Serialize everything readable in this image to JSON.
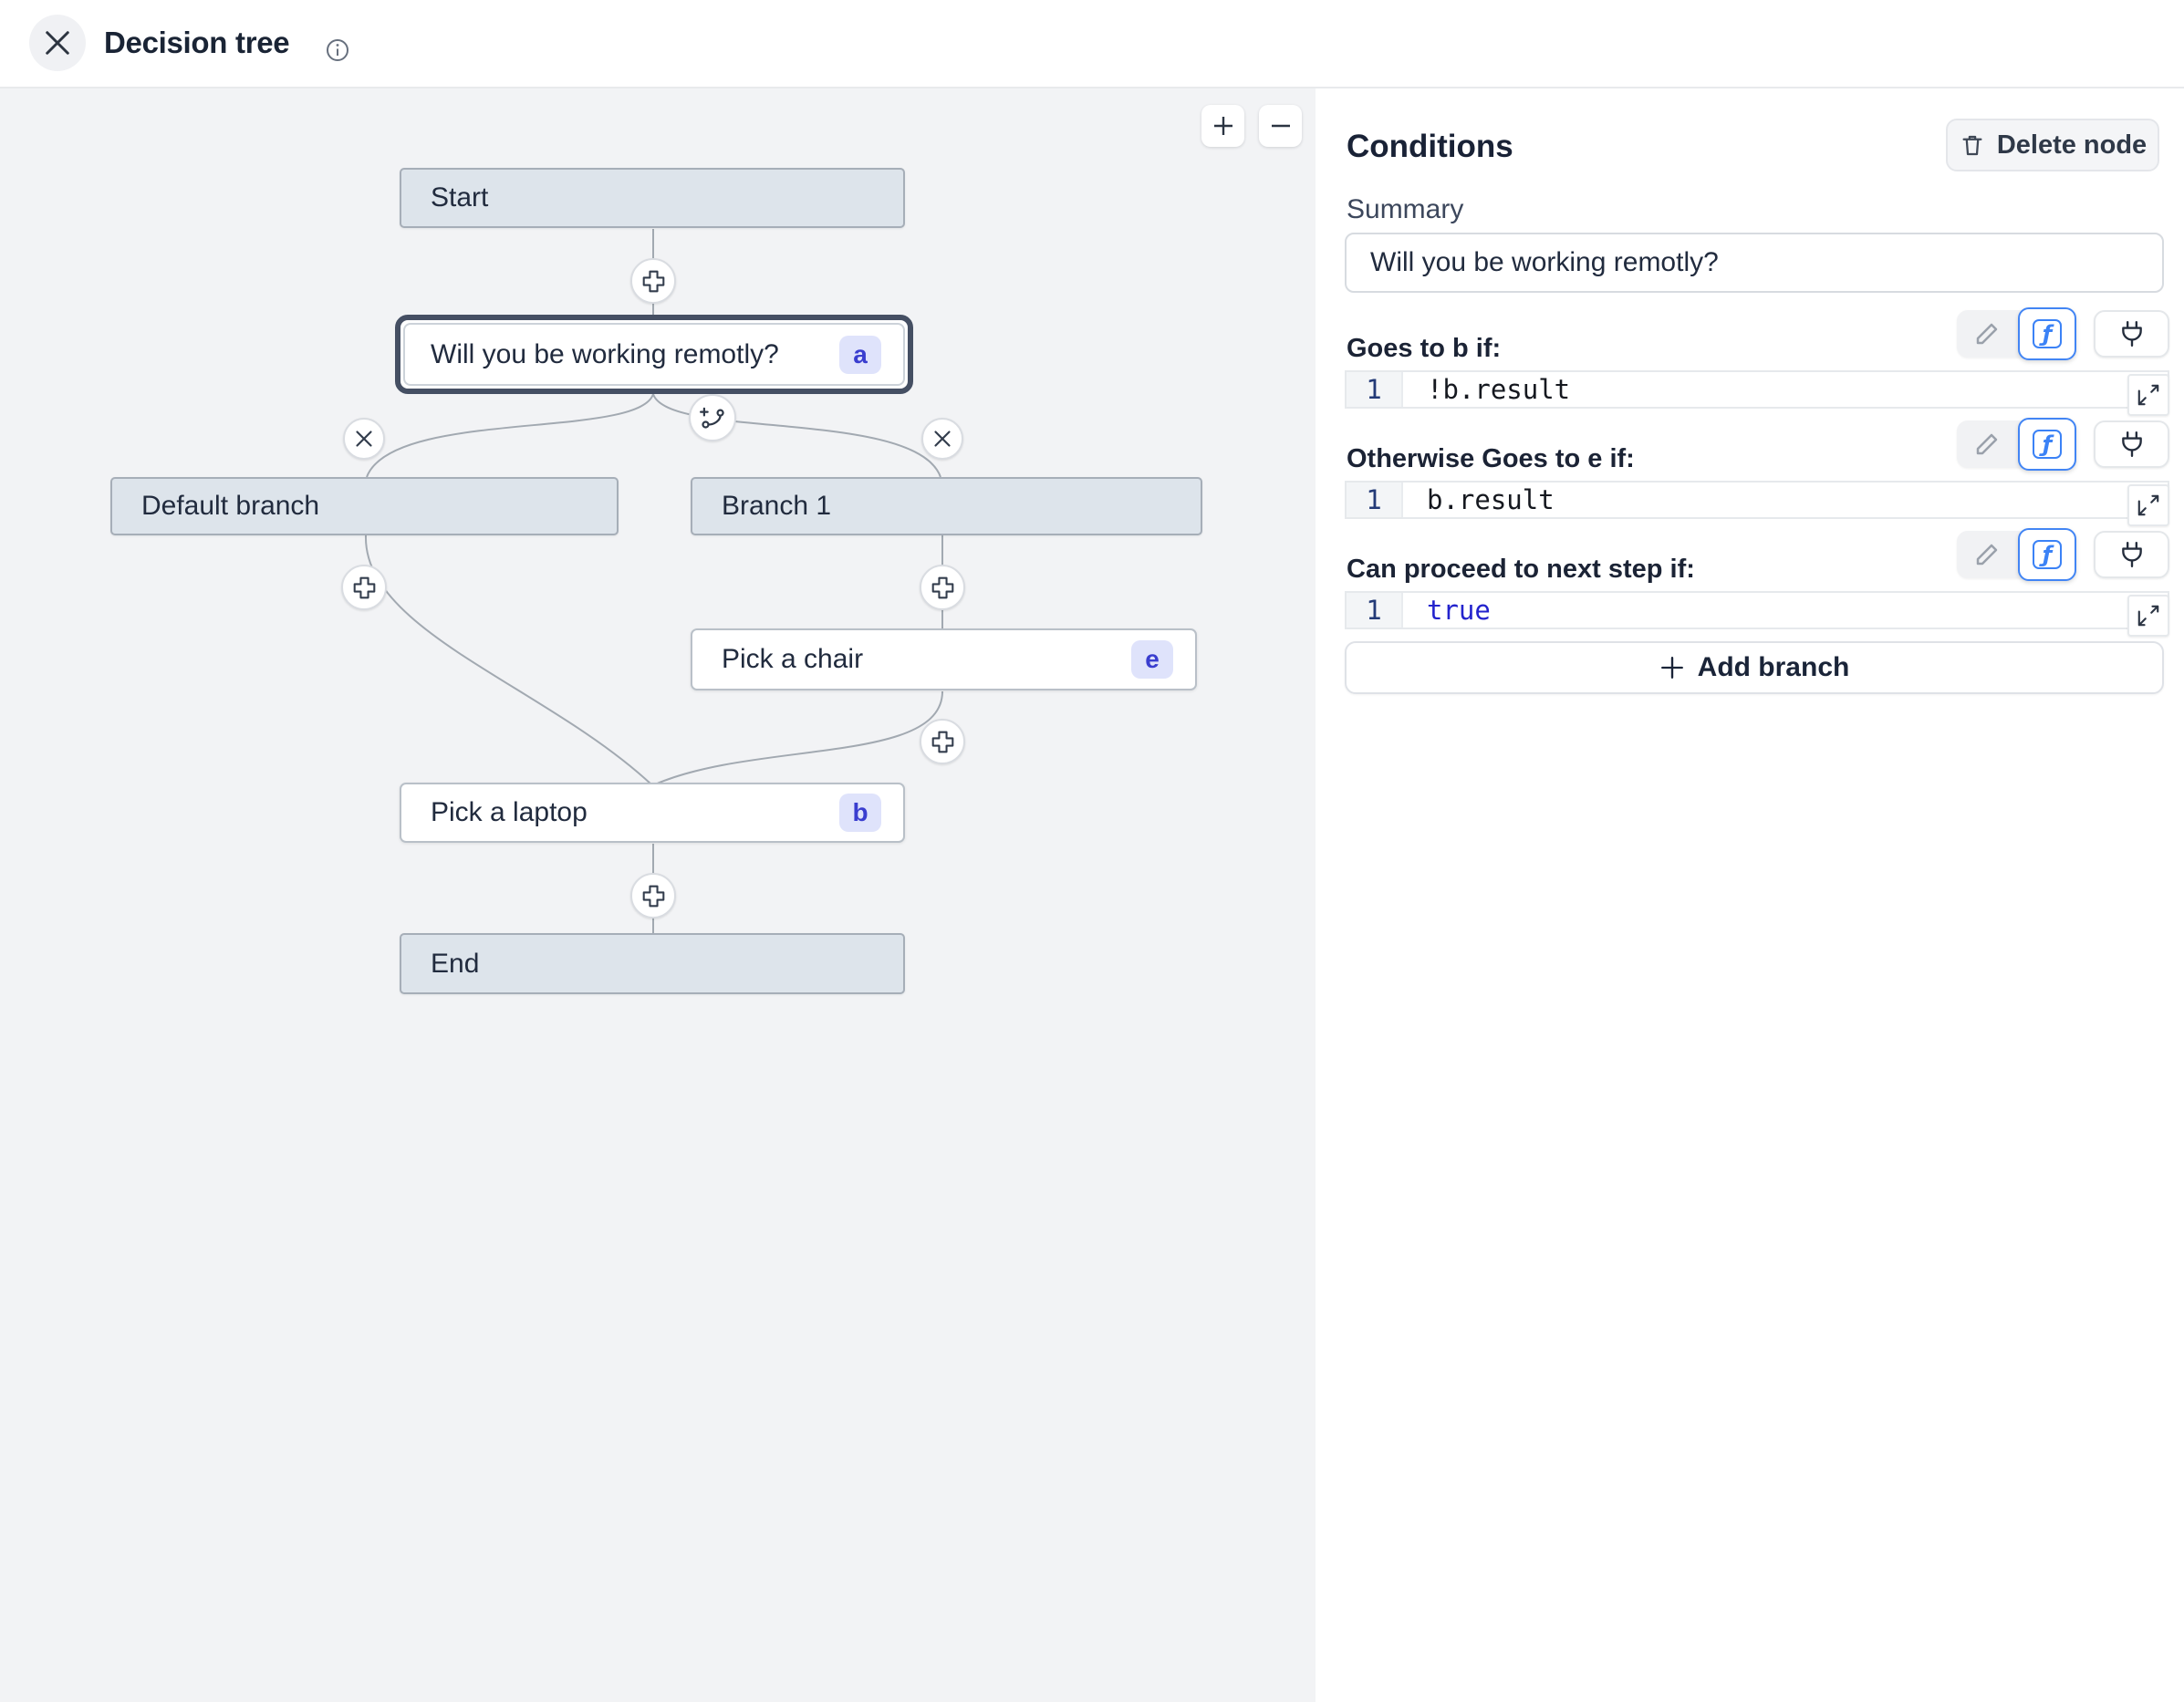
{
  "header": {
    "title": "Decision tree"
  },
  "canvas": {
    "nodes": [
      {
        "id": "start",
        "label": "Start",
        "badge": "",
        "type": "gray"
      },
      {
        "id": "question",
        "label": "Will you be working remotly?",
        "badge": "a",
        "type": "selected"
      },
      {
        "id": "default-branch",
        "label": "Default branch",
        "badge": "",
        "type": "gray"
      },
      {
        "id": "branch-1",
        "label": "Branch 1",
        "badge": "",
        "type": "gray"
      },
      {
        "id": "pick-chair",
        "label": "Pick a chair",
        "badge": "e",
        "type": "white"
      },
      {
        "id": "pick-laptop",
        "label": "Pick a laptop",
        "badge": "b",
        "type": "white"
      },
      {
        "id": "end",
        "label": "End",
        "badge": "",
        "type": "gray"
      }
    ]
  },
  "panel": {
    "title": "Conditions",
    "delete_button_label": "Delete node",
    "summary_label": "Summary",
    "summary_value": "Will you be working remotly?",
    "sections": [
      {
        "label": "Goes to b if:",
        "line_number": "1",
        "code": "!b.result",
        "code_type": "plain"
      },
      {
        "label": "Otherwise Goes to e if:",
        "line_number": "1",
        "code": "b.result",
        "code_type": "plain"
      },
      {
        "label": "Can proceed to next step if:",
        "line_number": "1",
        "code": "true",
        "code_type": "keyword"
      }
    ],
    "add_branch_label": "Add branch"
  },
  "colors": {
    "accent_blue": "#3b82f6",
    "badge_bg": "#dfe3fb",
    "badge_text": "#3a3ecf",
    "keyword_blue": "#2323cd",
    "selected_node_border": "#454f63",
    "gray_node_bg": "#dde4eb",
    "canvas_bg": "#f2f3f5"
  }
}
